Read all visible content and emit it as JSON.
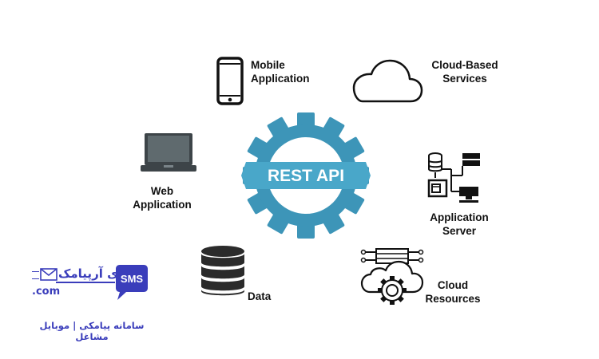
{
  "diagram": {
    "hub": {
      "label": "REST API",
      "gear_color": "#3d95b8",
      "band_color": "#49a7c9"
    },
    "nodes": {
      "mobile": "Mobile\nApplication",
      "cloud_services": "Cloud-Based\nServices",
      "web": "Web\nApplication",
      "app_server": "Application\nServer",
      "data": "Data",
      "cloud_resources": "Cloud\nResources"
    },
    "icons": {
      "mobile": "smartphone-icon",
      "cloud_services": "cloud-icon",
      "web": "laptop-icon",
      "app_server": "server-network-icon",
      "data": "database-icon",
      "cloud_resources": "cloud-gear-icon"
    }
  },
  "branding": {
    "logo_text": "آی آرپیامک",
    "logo_com": ".com",
    "logo_badge": "SMS",
    "tagline": "سامانه پیامکی | موبایل مشاغل",
    "color": "#3a3dbb"
  }
}
